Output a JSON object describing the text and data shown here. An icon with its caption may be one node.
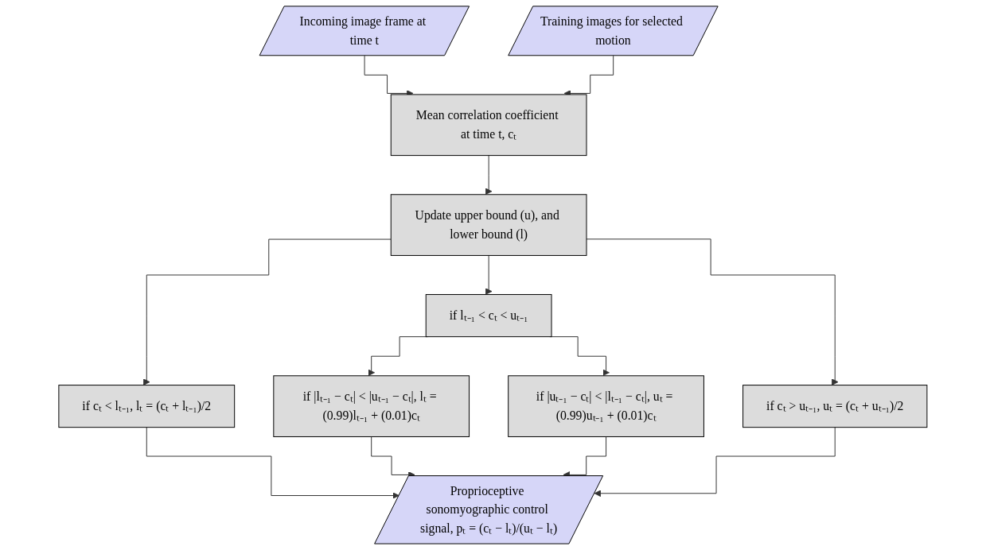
{
  "diagram": {
    "nodes": [
      {
        "text": [
          "Incoming image frame at time t"
        ]
      },
      {
        "text": [
          "Training images for selected motion"
        ]
      },
      {
        "text": [
          "Mean correlation coefficient at time t, cₜ"
        ]
      },
      {
        "text": [
          "Update upper bound (u), and lower bound (l)"
        ]
      },
      {
        "text": [
          "if cₜ < lₜ₋₁, lₜ = (cₜ + lₜ₋₁)/2"
        ]
      },
      {
        "text": [
          "if lₜ₋₁ < cₜ < uₜ₋₁"
        ]
      },
      {
        "text": [
          "if cₜ > uₜ₋₁, uₜ = (cₜ + uₜ₋₁)/2"
        ]
      },
      {
        "text": [
          "if |lₜ₋₁ − cₜ| < |uₜ₋₁ − cₜ|, lₜ = (0.99)lₜ₋₁ + (0.01)cₜ"
        ]
      },
      {
        "text": [
          "if |uₜ₋₁ − cₜ| < |lₜ₋₁ − cₜ|, uₜ = (0.99)uₜ₋₁ + (0.01)cₜ"
        ]
      },
      {
        "text": [
          "Proprioceptive sonomyographic control signal, pₜ = (cₜ − lₜ)/(uₜ − lₜ)"
        ]
      }
    ],
    "edges": [
      {
        "from": 0,
        "to": 2,
        "arrow": "to"
      },
      {
        "from": 1,
        "to": 2,
        "arrow": "to"
      },
      {
        "from": 2,
        "to": 3,
        "arrow": "to"
      },
      {
        "from": 3,
        "to": 4,
        "arrow": "to"
      },
      {
        "from": 3,
        "to": 5,
        "arrow": "to"
      },
      {
        "from": 3,
        "to": 6,
        "arrow": "to"
      },
      {
        "from": 5,
        "to": 7,
        "arrow": "to"
      },
      {
        "from": 5,
        "to": 8,
        "arrow": "to"
      },
      {
        "from": 4,
        "to": 9,
        "arrow": "to"
      },
      {
        "from": 7,
        "to": 9,
        "arrow": "to"
      },
      {
        "from": 8,
        "to": 9,
        "arrow": "to"
      },
      {
        "from": 6,
        "to": 9,
        "arrow": "to"
      }
    ]
  }
}
